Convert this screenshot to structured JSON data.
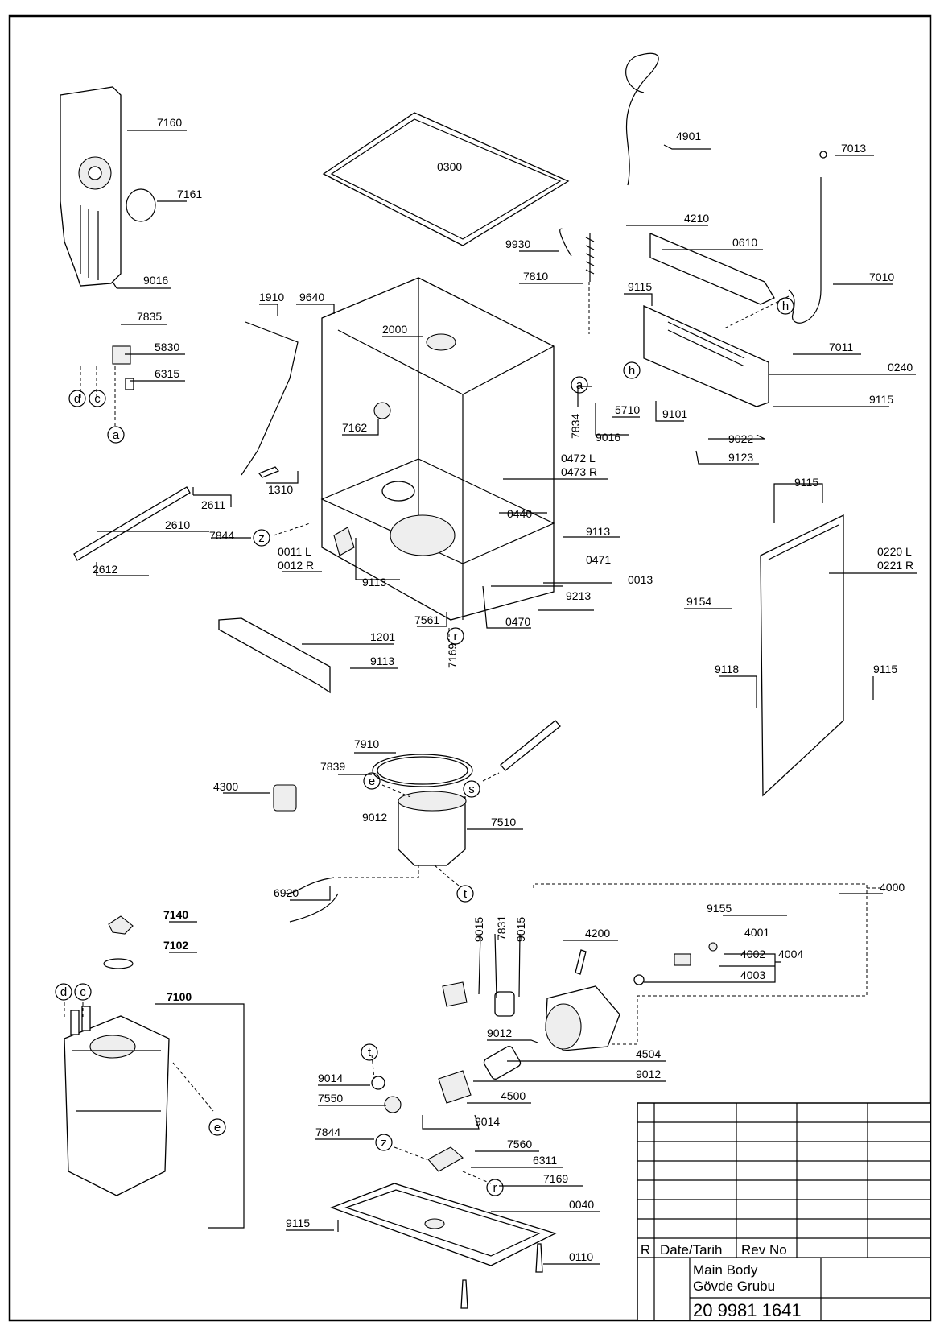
{
  "labels": {
    "l7160": "7160",
    "l7161": "7161",
    "l9016a": "9016",
    "l7835": "7835",
    "l5830": "5830",
    "l6315": "6315",
    "l0300": "0300",
    "l4901": "4901",
    "l7013": "7013",
    "l4210": "4210",
    "l0610": "0610",
    "l9930": "9930",
    "l7810": "7810",
    "l7010": "7010",
    "l9115a": "9115",
    "l1910": "1910",
    "l9640": "9640",
    "l2000": "2000",
    "l7011": "7011",
    "l0240": "0240",
    "l7162": "7162",
    "l7834": "7834",
    "l5710": "5710",
    "l9101": "9101",
    "l9115b": "9115",
    "l9016b": "9016",
    "l9022": "9022",
    "l9123": "9123",
    "l0472": "0472 L",
    "l0473": "0473 R",
    "l1310": "1310",
    "l2611": "2611",
    "l0440": "0440",
    "l9115c": "9115",
    "l2610": "2610",
    "l7844a": "7844",
    "l9113a": "9113",
    "l0220": "0220 L",
    "l0221": "0221 R",
    "l0011": "0011 L",
    "l0012": "0012 R",
    "l2612": "2612",
    "l9113b": "9113",
    "l0471": "0471",
    "l0013": "0013",
    "l9213": "9213",
    "l9154": "9154",
    "l7561": "7561",
    "l0470": "0470",
    "l1201": "1201",
    "l7169a": "7169",
    "l9113c": "9113",
    "l9118": "9118",
    "l9115d": "9115",
    "l7910": "7910",
    "l7839": "7839",
    "l4300": "4300",
    "l9012a": "9012",
    "l7510": "7510",
    "l6920": "6920",
    "l4000": "4000",
    "l7140": "7140",
    "l9155": "9155",
    "l7102": "7102",
    "l9015a": "9015",
    "l7831": "7831",
    "l9015b": "9015",
    "l4200": "4200",
    "l4001": "4001",
    "l4002": "4002",
    "l4004": "4004",
    "l4003": "4003",
    "l7100": "7100",
    "l9012b": "9012",
    "l4504": "4504",
    "l9014a": "9014",
    "l9012c": "9012",
    "l4500": "4500",
    "l7550": "7550",
    "l9014b": "9014",
    "l7844b": "7844",
    "l7560": "7560",
    "l6311": "6311",
    "l7169b": "7169",
    "l0040": "0040",
    "l9115e": "9115",
    "l0110": "0110"
  },
  "circles": {
    "c_d1": "d",
    "c_c1": "c",
    "c_a1": "a",
    "c_z1": "z",
    "c_a2": "a",
    "c_h1": "h",
    "c_h2": "h",
    "c_r1": "r",
    "c_e1": "e",
    "c_s1": "s",
    "c_t1": "t",
    "c_d2": "d",
    "c_c2": "c",
    "c_e2": "e",
    "c_t2": "t",
    "c_z2": "z",
    "c_r2": "r"
  },
  "title_block": {
    "rev_marker": "R",
    "date_header": "Date/Tarih",
    "rev_header": "Rev No",
    "title_en": "Main Body",
    "title_tr": "Gövde Grubu",
    "part_number": "20 9981 1641"
  }
}
